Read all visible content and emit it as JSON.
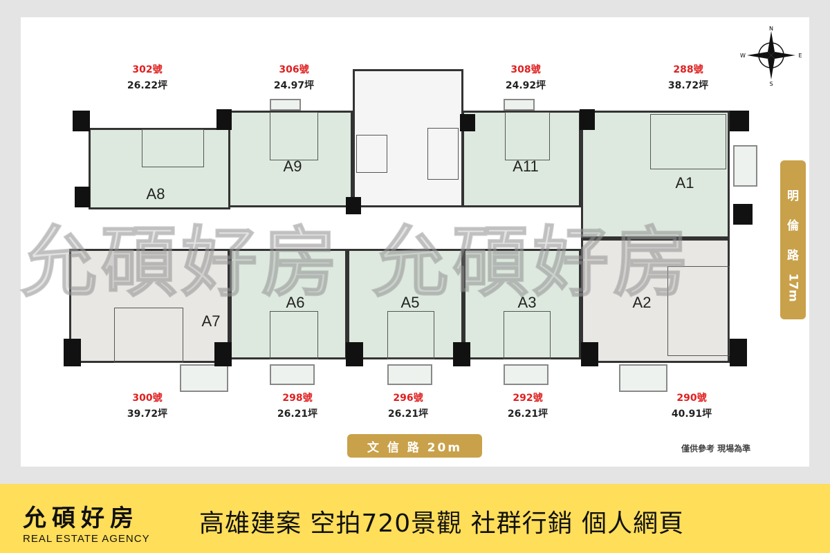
{
  "watermark": "允碩好房 允碩好房",
  "compass": {
    "n": "N",
    "s": "S",
    "e": "E",
    "w": "W"
  },
  "units": [
    {
      "code": "A8",
      "number": "302號",
      "area": "26.22坪"
    },
    {
      "code": "A9",
      "number": "306號",
      "area": "24.97坪"
    },
    {
      "code": "A11",
      "number": "308號",
      "area": "24.92坪"
    },
    {
      "code": "A1",
      "number": "288號",
      "area": "38.72坪"
    },
    {
      "code": "A7",
      "number": "300號",
      "area": "39.72坪"
    },
    {
      "code": "A6",
      "number": "298號",
      "area": "26.21坪"
    },
    {
      "code": "A5",
      "number": "296號",
      "area": "26.21坪"
    },
    {
      "code": "A3",
      "number": "292號",
      "area": "26.21坪"
    },
    {
      "code": "A2",
      "number": "290號",
      "area": "40.91坪"
    }
  ],
  "roads": {
    "south": "文 信 路 20m",
    "east_name": [
      "明",
      "倫",
      "路"
    ],
    "east_width": "17m"
  },
  "note": "僅供參考 現場為準",
  "banner": {
    "brand": "允碩好房",
    "subtitle": "REAL ESTATE AGENCY",
    "slogan": "高雄建案 空拍720景觀  社群行銷  個人網頁"
  },
  "colors": {
    "banner": "#ffde59",
    "road": "#c9a14a",
    "unit_number": "#e02020"
  }
}
